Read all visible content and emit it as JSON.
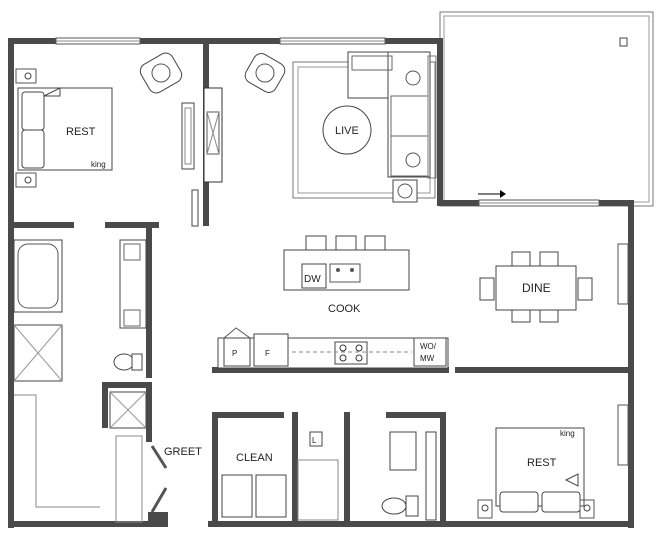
{
  "rooms": {
    "rest_primary": "REST",
    "rest_secondary": "REST",
    "live": "LIVE",
    "dine": "DINE",
    "cook": "COOK",
    "greet": "GREET",
    "clean": "CLEAN"
  },
  "bed_sizes": {
    "primary": "king",
    "secondary": "king"
  },
  "appliances": {
    "dishwasher": "DW",
    "pantry": "P",
    "fridge": "F",
    "wall_oven_line1": "WO/",
    "wall_oven_line2": "MW",
    "laundry": "L"
  },
  "colors": {
    "wall": "#4a4a4a",
    "line": "#555555"
  }
}
